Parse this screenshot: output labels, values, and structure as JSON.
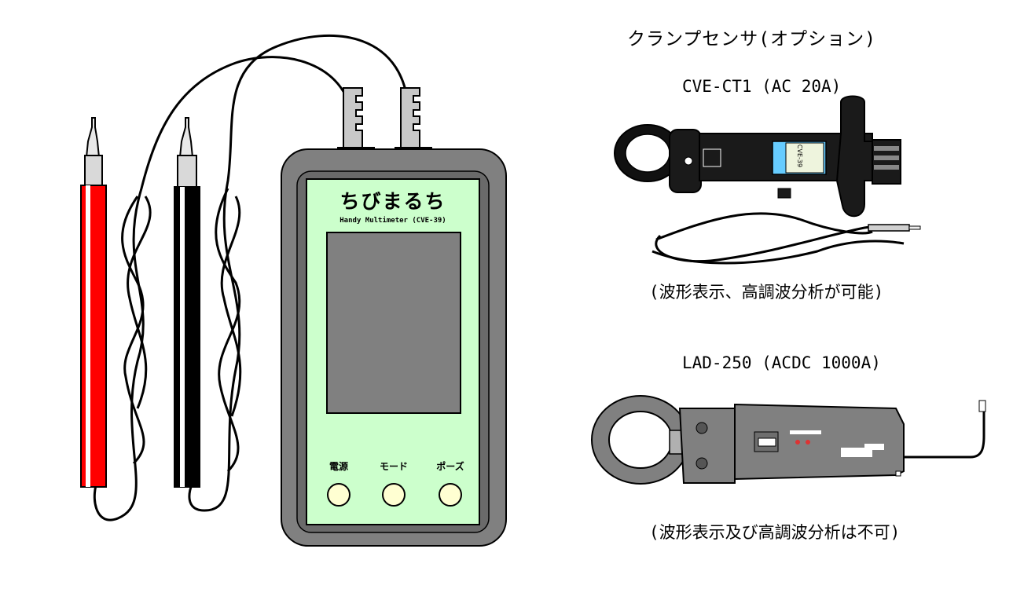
{
  "option_title": "クランプセンサ(オプション)",
  "multimeter": {
    "name": "ちびまるち",
    "subtitle": "Handy Multimeter (CVE-39)",
    "buttons": [
      {
        "label": "電源"
      },
      {
        "label": "モード"
      },
      {
        "label": "ポーズ"
      }
    ],
    "colors": {
      "face": "#ccffcc",
      "case": "#808080",
      "screen": "#808080",
      "button": "#ffffd2"
    }
  },
  "probes": {
    "red_color": "#ff0000",
    "black_color": "#000000"
  },
  "sensors": [
    {
      "name": "CVE-CT1 (AC 20A)",
      "note": "(波形表示、高調波分析が可能)",
      "tag": "CVE-39"
    },
    {
      "name": "LAD-250 (ACDC 1000A)",
      "note": "(波形表示及び高調波分析は不可)"
    }
  ]
}
